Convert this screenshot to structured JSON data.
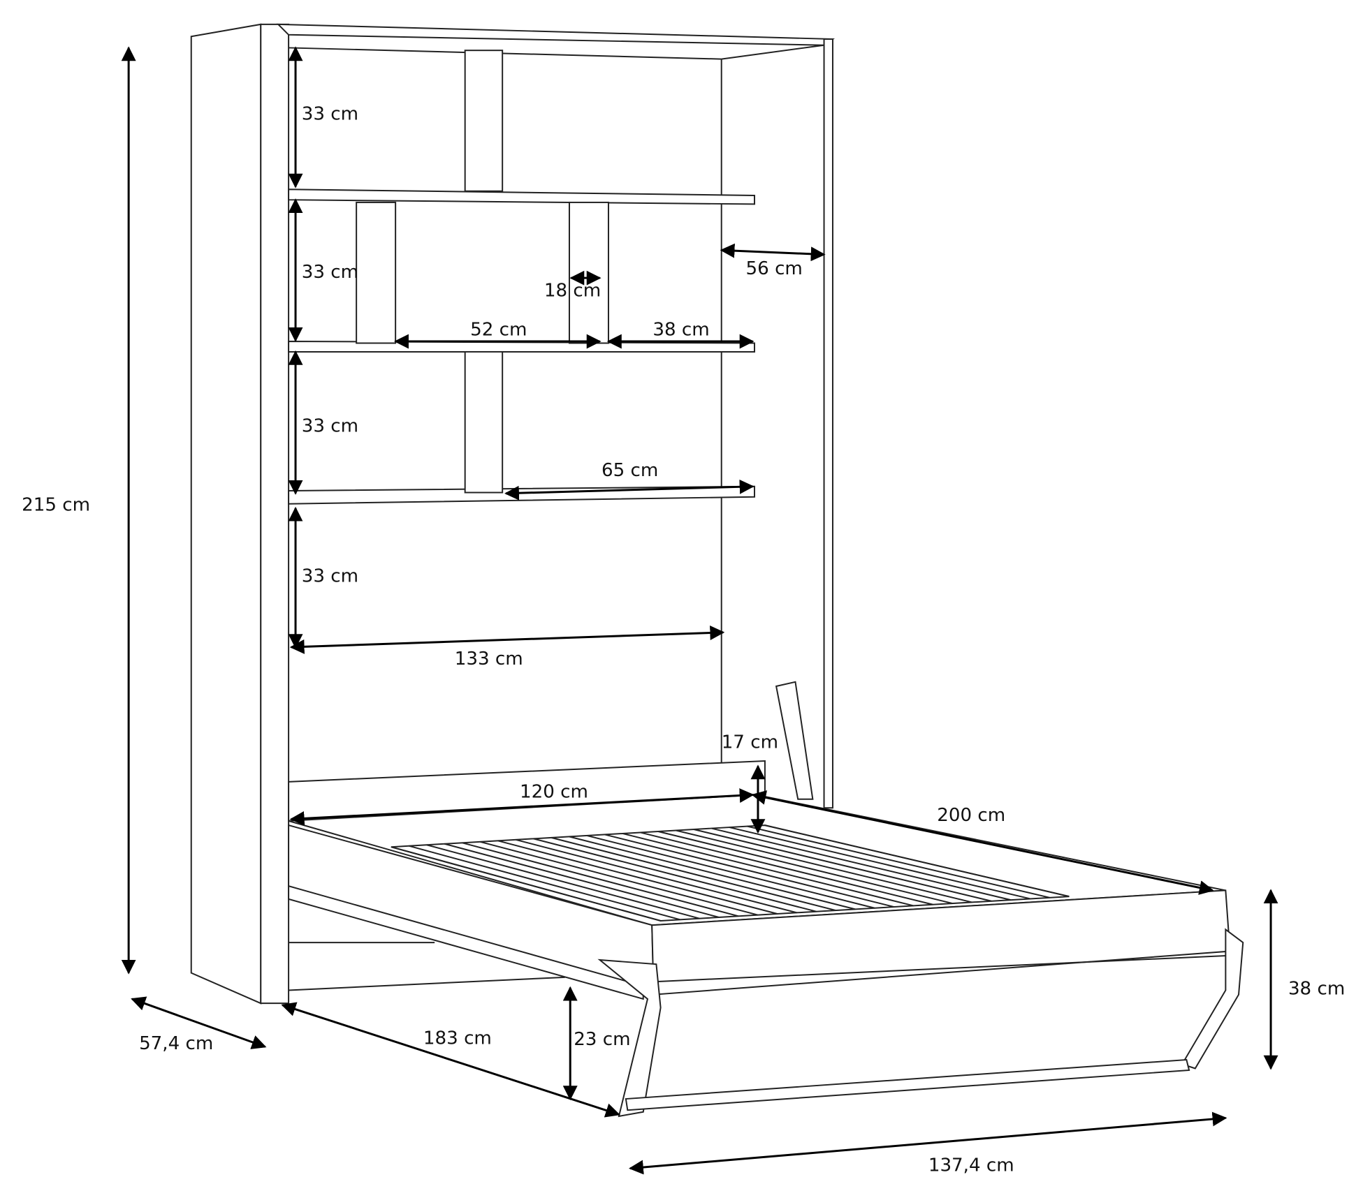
{
  "diagram": {
    "subject": "wall-bed-with-shelving",
    "colors": {
      "line": "#222222",
      "background": "#ffffff"
    },
    "dimensions": {
      "total_height": "215 cm",
      "depth": "57,4 cm",
      "shelf_height_1": "33 cm",
      "shelf_height_2": "33 cm",
      "shelf_height_3": "33 cm",
      "shelf_height_4": "33 cm",
      "inner_width": "133 cm",
      "divider_width": "18 cm",
      "compartment_left": "52 cm",
      "compartment_right": "38 cm",
      "shelf_depth": "56 cm",
      "shelf_width": "65 cm",
      "headboard_height": "17 cm",
      "mattress_width": "120 cm",
      "mattress_length": "200 cm",
      "bed_height": "38 cm",
      "open_depth": "183 cm",
      "floor_clearance": "23 cm",
      "overall_width": "137,4 cm"
    }
  }
}
